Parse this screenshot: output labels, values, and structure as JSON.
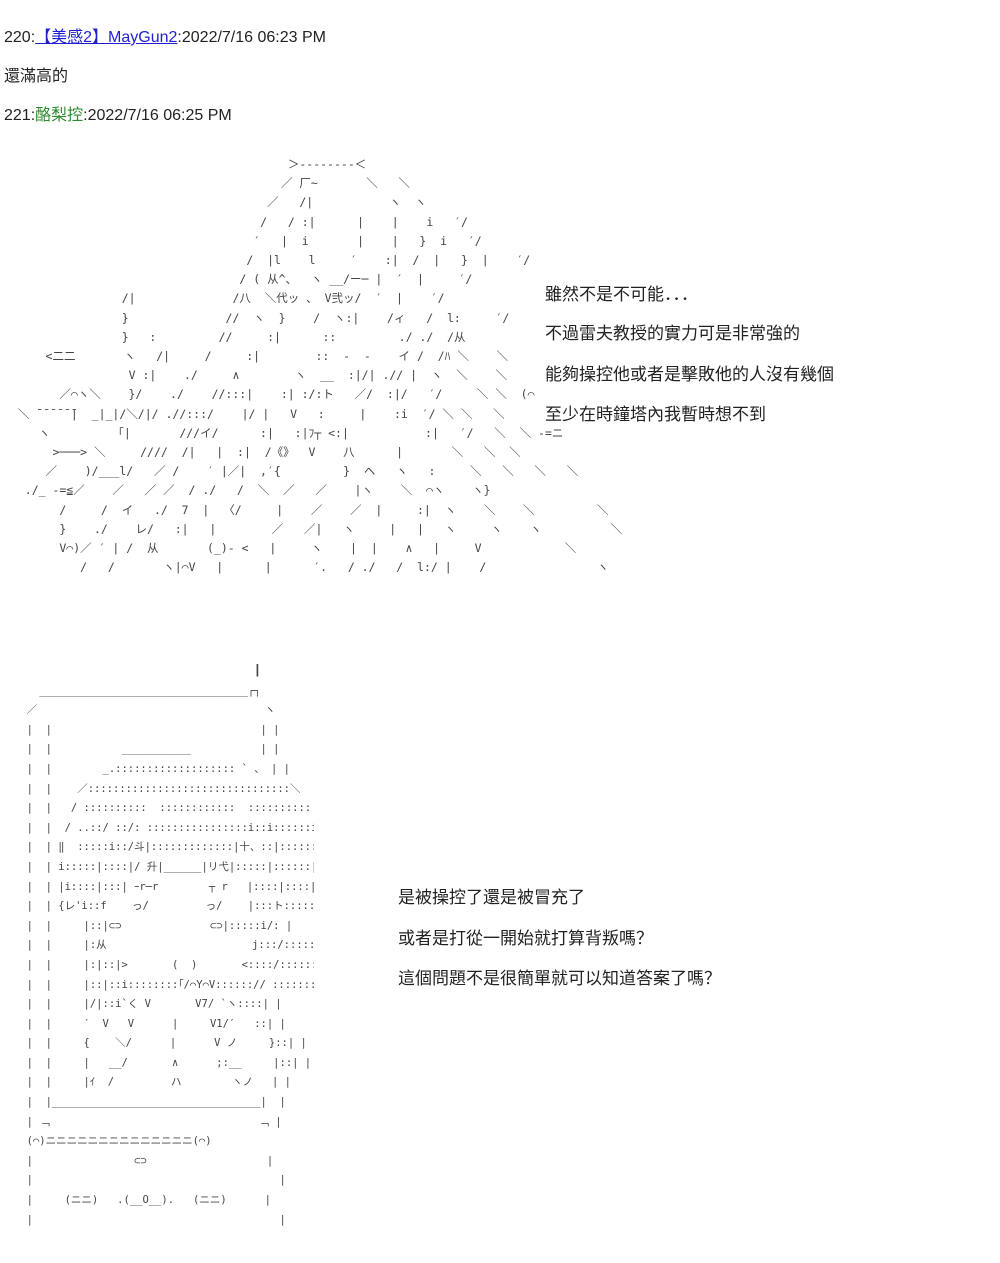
{
  "post220": {
    "num": "220:",
    "name": "【美感2】MayGun2",
    "datetime": ":2022/7/16 06:23 PM",
    "body": "還滿高的"
  },
  "post221": {
    "num": "221:",
    "name": "酪梨控",
    "datetime": ":2022/7/16 06:25 PM"
  },
  "dialogue_top": [
    "雖然不是不可能．．．",
    "不過雷夫教授的實力可是非常強的",
    "能夠操控他或者是擊敗他的人沒有幾個",
    "至少在時鐘塔內我暫時想不到"
  ],
  "dialogue_bottom": [
    "是被操控了還是被冒充了",
    "或者是打從一開始就打算背叛嗎？",
    "這個問題不是很簡單就可以知道答案了嗎？"
  ],
  "art_top": "                                         ＞--------＜\n                                        ／ 厂~       ＼   ＼\n                                      ／   /|           ヽ  ヽ\n                                     /   / :|      |    |    i   ′/\n                                    ′   |  i       |    |   }  i   ′/\n                                   /  |l    l     ′    :|  /  |   }  |    ′/\n                                  / ( 从^、  ヽ __/ー─ |  ′  |     ′/\n                 /|              /八  ＼代ッ 、 V弐ッ/  ′  |    ′/\n                 }              //  ヽ  }    /  ヽ:|    /ィ   /  l:     ′/\n                 }   :         //     :|      ::         ./ ./  /从\n      <二二       ヽ   /|     /     :|        ::  -  -    イ /  /ﾊ ＼    ＼\n                  V :|    ./     ∧        ヽ  __  :|/| .// |  ヽ  ＼    ＼\n        ／⌒ヽ＼    }/    ./    //:::|    :| :/:ト   ／/  :|/   ′/     ＼ ＼  (⌒\n  ＼ ̄ ̄ ̄ ̄ ̄ ̄|  _|_|/＼/|/ .//:::/    |/ |   V   :     |    :i  ′/ ＼ ＼   ＼\n     ヽ         「|       ///イ/      :|   :|ﾌ┬ <:|           :|   ′/   ＼  ＼ -=ニ\n       >───> ＼     ////  /|   |  :|  /《》  V    八      |       ＼   ＼  ＼\n      ／    )/___l/   ／ /    ′ |／|  ,′{         }  ヘ   ヽ   :     ＼   ＼   ＼   ＼\n   ./_ -=≦／    ／   ／ ／  / ./   /  ＼  ／   ／    |ヽ    ＼  ⌒ヽ    ヽ}\n        /     /  イ   ./  7  |  〈/     |    ／    ／  |     :|  ヽ    ＼    ＼         ＼\n        }    ./    レ/   :|   |        ／   ／|   ヽ     |   |   ヽ     ヽ    ヽ          ＼\n        V⌒)／ ′ | /  从       (_)- <   |     ヽ    |  |    ∧   |     V            ＼\n           /   /       ヽ|⌒V   |      |      ′.   / ./   /  l:/ |    /                ヽ",
  "art_bottom": "                                      ┃\n    _________________________________┌┐\n  ／                                    ヽ\n  |  |                                 | |\n  |  |           ___________           | |\n  |  |        _.::::::::::::::::::: ` 、 | |\n  |  |    ／::::::::::::::::::::::::::::::::＼  | |\n  |  |   / ::::::::::  ::::::::::::  ::::::::::  ::.  , |\n  |  |  / ..::/ ::/: ::::::::::::::::i::i::::::i::::::..ﾊ |\n  |  | ‖  :::::i::/斗|:::::::::::::|十、::|:::::::::::} |\n  |  | i:::::|::::|/ 升|______|リ弋|:::::|::::::| |\n  |  | |i::::|:::| ｰr─r        ┬ r   |::::|::::| |\n  |  | {レ'i::f    っ/         っ/    |:::ト:::::| |\n  |  |     |::|⊂⊃              ⊂⊃|:::::i/: |\n  |  |     |:从                       j:::/::::: |\n  |  |     |:|::|>       (  )       <::::/::::::: |\n  |  |     |::|::i::::::::｢/⌒Y⌒V::::::// ::::::: |\n  |  |     |/|::i`く V       V7/ `ヽ::::| |\n  |  |     ′  V   V      |     V1/′   ::| |\n  |  |     {    ＼/      |      V ノ     }::| |\n  |  |     |   __/       ∧      ;:__     |::| |\n  |  |     |ｲ  /         ハ        ヽノ   | |\n  |  |_________________________________|  |\n  | ﹁                                 ﹁ |\n  (⌒)ニニニニニニニニニニニニニニ(⌒)\n  |                ⊂⊃                   |\n  |                                       |\n  |     (ニニ)   .(__O__).   (ニニ)      |\n  |                                       |"
}
